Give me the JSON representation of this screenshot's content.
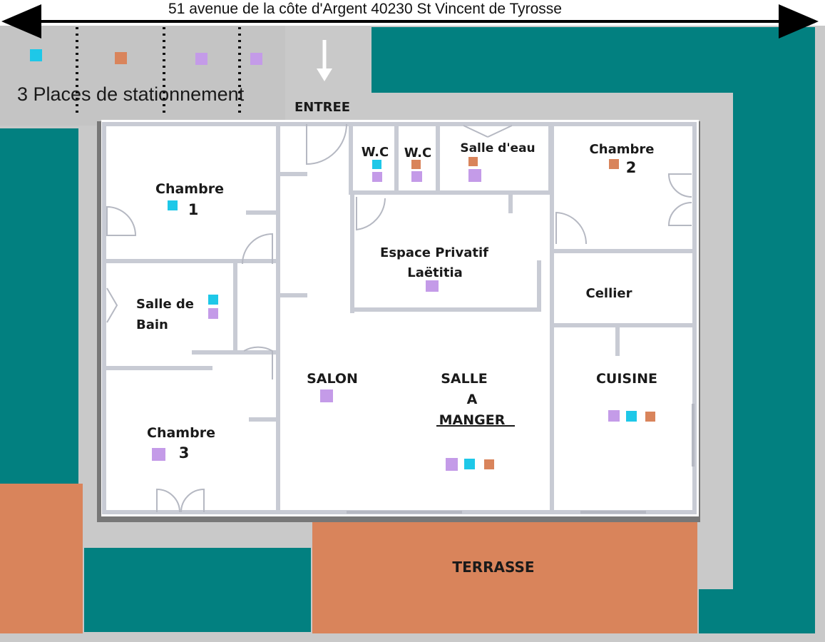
{
  "plan": {
    "address": "51 avenue de la côte d'Argent 40230 St Vincent de Tyrosse",
    "parking_label": "3 Places de stationnement",
    "entrance_label": "ENTREE",
    "terrace_label": "TERRASSE"
  },
  "colors": {
    "garden": "#028080",
    "terrace": "#d9845b",
    "path": "#c9c9c9",
    "wall": "#c8cbd4",
    "cyan_marker": "#1ec8e8",
    "orange_marker": "#d9845b",
    "violet_marker": "#c49be8"
  },
  "rooms": {
    "chambre1": {
      "name": "Chambre",
      "number": "1"
    },
    "chambre2": {
      "name": "Chambre",
      "number": "2"
    },
    "chambre3": {
      "name": "Chambre",
      "number": "3"
    },
    "wc_a": {
      "name": "W.C"
    },
    "wc_b": {
      "name": "W.C"
    },
    "salle_eau": {
      "name": "Salle d'eau"
    },
    "espace": {
      "line1": "Espace Privatif",
      "line2": "Laëtitia"
    },
    "sdb": {
      "line1": "Salle de",
      "line2": "Bain"
    },
    "cellier": {
      "name": "Cellier"
    },
    "salon": {
      "name": "SALON"
    },
    "sam": {
      "line1": "SALLE",
      "line2": "A",
      "line3": "MANGER"
    },
    "cuisine": {
      "name": "CUISINE"
    }
  }
}
